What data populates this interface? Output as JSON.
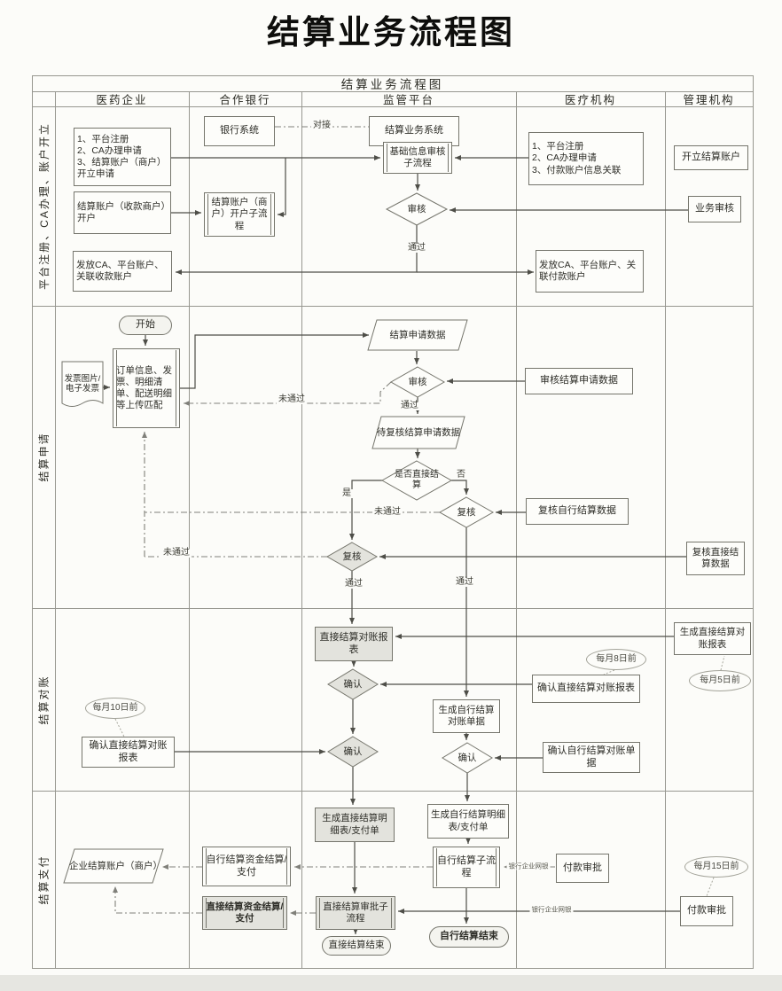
{
  "page_title": "结算业务流程图",
  "chart": {
    "inner_title": "结算业务流程图",
    "columns": [
      "医药企业",
      "合作银行",
      "监管平台",
      "医疗机构",
      "管理机构"
    ],
    "rows": [
      "平台注册、CA办理、账户开立",
      "结算申请",
      "结算对账",
      "结算支付"
    ],
    "labels": {
      "pass": "通过",
      "fail": "未通过",
      "yes": "是",
      "no": "否",
      "link": "对接",
      "ebank": "银行企业网银"
    },
    "nodes": {
      "bank_system": "银行系统",
      "settle_system": "结算业务系统",
      "pharma_reg": "1、平台注册\n2、CA办理申请\n3、结算账户（商户）开立申请",
      "hosp_reg": "1、平台注册\n2、CA办理申请\n3、付款账户信息关联",
      "basic_review": "基础信息审核子流程",
      "open_settle_acct": "开立结算账户",
      "pharma_acct_open": "结算账户（收款商户）开户",
      "acct_open_sub": "结算账户（商户）开户子流程",
      "review1": "审核",
      "biz_review": "业务审核",
      "issue_ca_pharma": "发放CA、平台账户、关联收款账户",
      "issue_ca_hosp": "发放CA、平台账户、关联付款账户",
      "start": "开始",
      "invoice_doc": "发票图片/电子发票",
      "upload_match": "订单信息、发票、明细清单、配送明细等上传匹配",
      "settle_apply_data": "结算申请数据",
      "review2": "审核",
      "review_apply_data": "审核结算申请数据",
      "pending_recheck": "待复核结算申请数据",
      "is_direct": "是否直接结算",
      "recheck_self": "复核",
      "recheck_self_data": "复核自行结算数据",
      "recheck_direct": "复核",
      "recheck_direct_data": "复核直接结算数据",
      "direct_report": "直接结算对账报表",
      "confirm1": "确认",
      "confirm2": "确认",
      "gen_direct_report": "生成直接结算对账报表",
      "before5": "每月5日前",
      "before8": "每月8日前",
      "confirm_direct_hosp": "确认直接结算对账报表",
      "before10": "每月10日前",
      "confirm_direct_pharma": "确认直接结算对账报表",
      "gen_self_doc": "生成自行结算对账单据",
      "confirm3": "确认",
      "confirm_self_doc": "确认自行结算对账单据",
      "gen_direct_detail": "生成直接结算明细表/支付单",
      "gen_self_detail": "生成自行结算明细表/支付单",
      "ent_settle_acct": "企业结算账户（商户）",
      "self_fund": "自行结算资金结算/支付",
      "direct_fund": "直接结算资金结算/支付",
      "self_sub": "自行结算子流程",
      "direct_approve_sub": "直接结算审批子流程",
      "direct_end": "直接结算结束",
      "self_end": "自行结算结束",
      "pay_approve_hosp": "付款审批",
      "pay_approve_admin": "付款审批",
      "before15": "每月15日前"
    },
    "colors": {
      "shaded_fill": "#e3e3dd",
      "connector": "#4e4e48",
      "grid": "#8d8d85"
    }
  }
}
